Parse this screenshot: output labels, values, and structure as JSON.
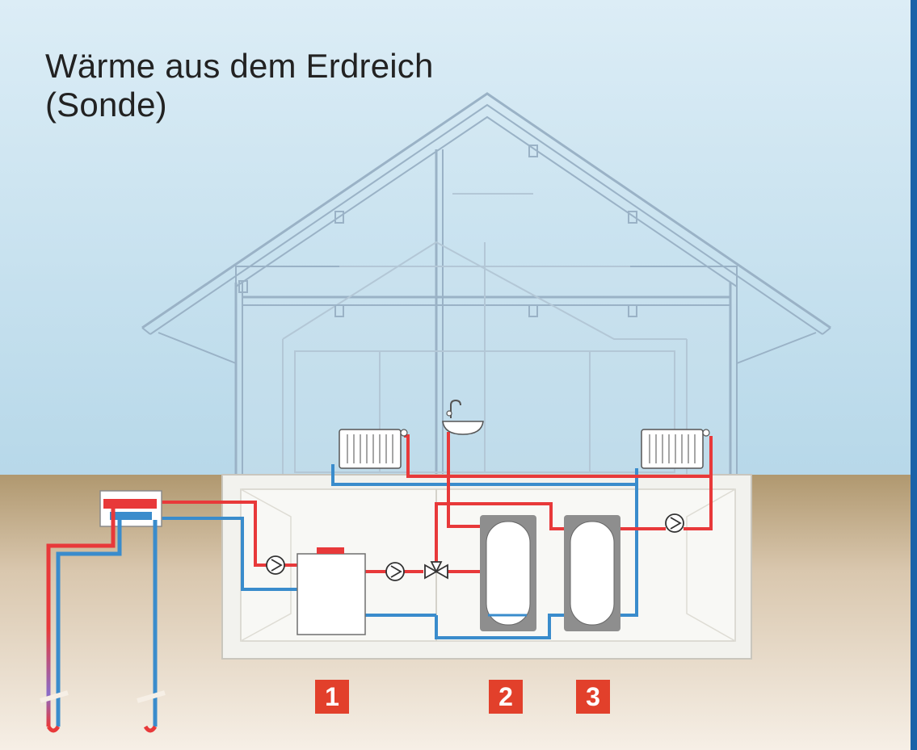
{
  "title_line1": "Wärme aus dem Erdreich",
  "title_line2": "(Sonde)",
  "labels": [
    "1",
    "2",
    "3"
  ],
  "colors": {
    "sky_top": "#d9ecf6",
    "sky_bottom": "#b8d9ea",
    "ground_top": "#b19a74",
    "ground_bottom": "#f4ece2",
    "house_lines": "#9fb6c8",
    "flow_hot": "#e8393a",
    "flow_cold": "#3a8ccc",
    "label_bg": "#e2402b"
  },
  "icons": [
    "faucet-icon",
    "pump-icon",
    "mixing-valve-icon",
    "radiator-icon"
  ]
}
